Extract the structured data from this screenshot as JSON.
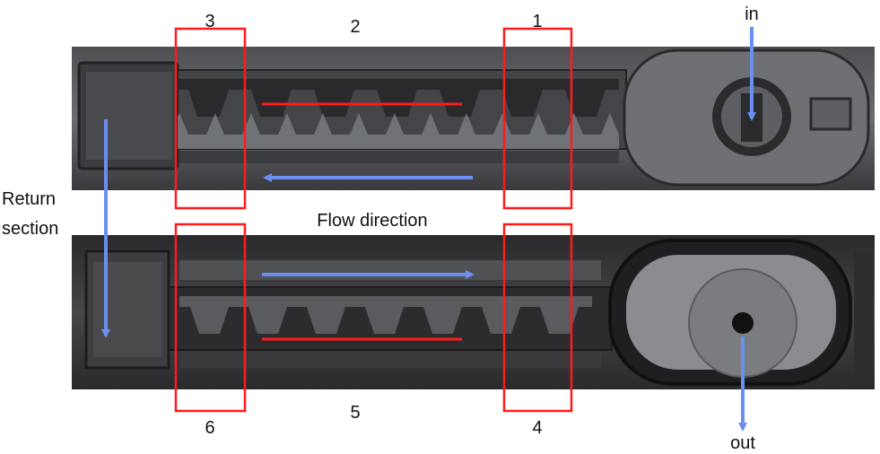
{
  "labels": {
    "n1": "1",
    "n2": "2",
    "n3": "3",
    "n4": "4",
    "n5": "5",
    "n6": "6",
    "inlet": "in",
    "outlet": "out",
    "flow": "Flow direction",
    "return_line1": "Return",
    "return_line2": "section"
  },
  "colors": {
    "background": "#ffffff",
    "photo_dark": "#2e2e30",
    "photo_mid": "#565658",
    "photo_light": "#8a8c90",
    "highlight_box": "#ff1a1a",
    "flow_arrow": "#6a8ff0",
    "text": "#111111"
  }
}
